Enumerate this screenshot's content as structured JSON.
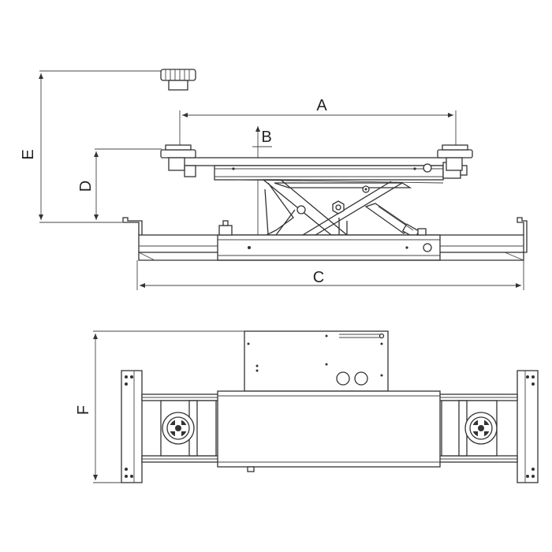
{
  "drawing": {
    "subject": "jack-technical-drawing",
    "dimensions": {
      "A": "A",
      "B": "B",
      "C": "C",
      "D": "D",
      "E": "E",
      "F": "F"
    },
    "line_color": "#333333",
    "background": "#ffffff"
  }
}
